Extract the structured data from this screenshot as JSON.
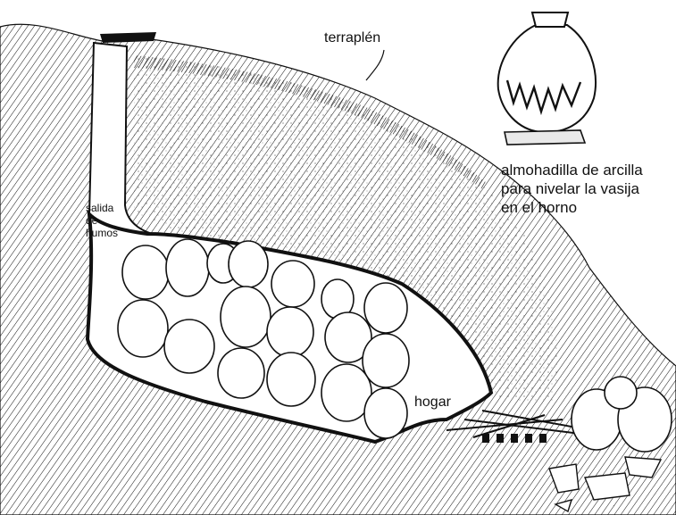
{
  "labels": {
    "terraplen": "terraplén",
    "almohadilla": [
      "almohadilla de arcilla",
      "para nivelar la vasija",
      "en el horno"
    ],
    "salida": [
      "salida",
      "de",
      "humos"
    ],
    "hogar": "hogar"
  },
  "colors": {
    "ink": "#111111",
    "paper": "#ffffff",
    "vessel_fill": "#ffffff"
  }
}
